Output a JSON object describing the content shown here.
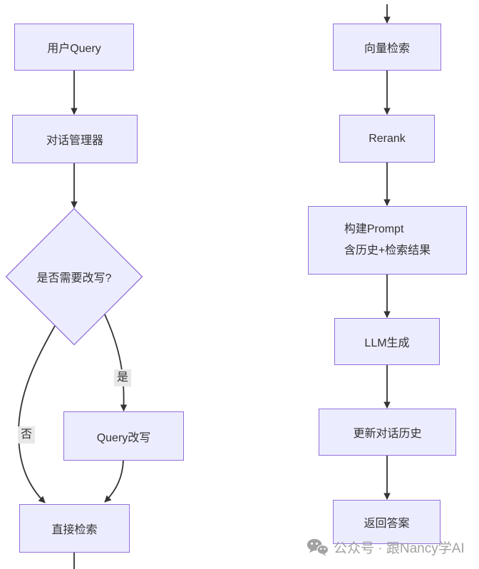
{
  "flowchart": {
    "left": {
      "user_query": "用户Query",
      "dialog_manager": "对话管理器",
      "decision": "是否需要改写?",
      "yes_label": "是",
      "no_label": "否",
      "query_rewrite": "Query改写",
      "direct_retrieval": "直接检索"
    },
    "right": {
      "vector_retrieval": "向量检索",
      "rerank": "Rerank",
      "build_prompt_line1": "构建Prompt",
      "build_prompt_line2": "含历史+检索结果",
      "llm_generate": "LLM生成",
      "update_history": "更新对话历史",
      "return_answer": "返回答案"
    }
  },
  "watermark": {
    "text": "公众号 · 跟Nancy学AI",
    "icon": "wechat-icon"
  },
  "colors": {
    "node_fill": "#ECECFF",
    "node_border": "#9370DB",
    "edge": "#333333",
    "text": "#333333",
    "edge_label_bg": "#e8e8e8",
    "watermark_gray": "#9b9b9b"
  }
}
